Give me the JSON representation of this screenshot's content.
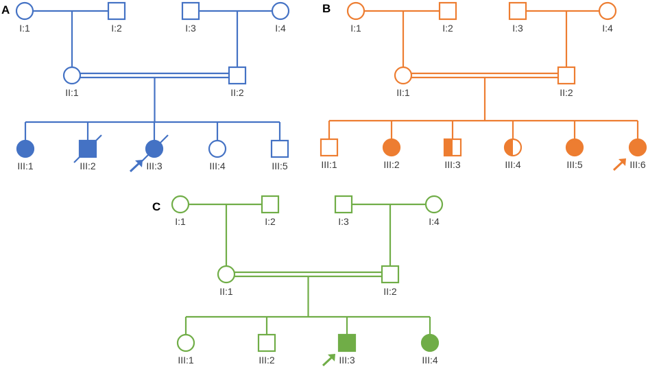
{
  "panels": [
    {
      "label": "A",
      "color": "#4472c4",
      "generation1": [
        {
          "id": "I:1",
          "shape": "circle",
          "status": "unaffected"
        },
        {
          "id": "I:2",
          "shape": "square",
          "status": "unaffected"
        },
        {
          "id": "I:3",
          "shape": "square",
          "status": "unaffected"
        },
        {
          "id": "I:4",
          "shape": "circle",
          "status": "unaffected"
        }
      ],
      "generation2": [
        {
          "id": "II:1",
          "shape": "circle",
          "status": "unaffected"
        },
        {
          "id": "II:2",
          "shape": "square",
          "status": "unaffected"
        }
      ],
      "generation3": [
        {
          "id": "III:1",
          "shape": "circle",
          "status": "affected",
          "deceased": false,
          "proband": false
        },
        {
          "id": "III:2",
          "shape": "square",
          "status": "affected",
          "deceased": true,
          "proband": false
        },
        {
          "id": "III:3",
          "shape": "circle",
          "status": "affected",
          "deceased": true,
          "proband": true
        },
        {
          "id": "III:4",
          "shape": "circle",
          "status": "unaffected",
          "deceased": false,
          "proband": false
        },
        {
          "id": "III:5",
          "shape": "square",
          "status": "unaffected",
          "deceased": false,
          "proband": false
        }
      ]
    },
    {
      "label": "B",
      "color": "#ed7d31",
      "generation1": [
        {
          "id": "I:1",
          "shape": "circle",
          "status": "unaffected"
        },
        {
          "id": "I:2",
          "shape": "square",
          "status": "unaffected"
        },
        {
          "id": "I:3",
          "shape": "square",
          "status": "unaffected"
        },
        {
          "id": "I:4",
          "shape": "circle",
          "status": "unaffected"
        }
      ],
      "generation2": [
        {
          "id": "II:1",
          "shape": "circle",
          "status": "unaffected"
        },
        {
          "id": "II:2",
          "shape": "square",
          "status": "unaffected"
        }
      ],
      "generation3": [
        {
          "id": "III:1",
          "shape": "square",
          "status": "unaffected",
          "deceased": false,
          "proband": false
        },
        {
          "id": "III:2",
          "shape": "circle",
          "status": "affected",
          "deceased": false,
          "proband": false
        },
        {
          "id": "III:3",
          "shape": "square",
          "status": "carrier",
          "deceased": false,
          "proband": false
        },
        {
          "id": "III:4",
          "shape": "circle",
          "status": "carrier",
          "deceased": false,
          "proband": false
        },
        {
          "id": "III:5",
          "shape": "circle",
          "status": "affected",
          "deceased": false,
          "proband": false
        },
        {
          "id": "III:6",
          "shape": "circle",
          "status": "affected",
          "deceased": false,
          "proband": true
        }
      ]
    },
    {
      "label": "C",
      "color": "#70ad47",
      "generation1": [
        {
          "id": "I:1",
          "shape": "circle",
          "status": "unaffected"
        },
        {
          "id": "I:2",
          "shape": "square",
          "status": "unaffected"
        },
        {
          "id": "I:3",
          "shape": "square",
          "status": "unaffected"
        },
        {
          "id": "I:4",
          "shape": "circle",
          "status": "unaffected"
        }
      ],
      "generation2": [
        {
          "id": "II:1",
          "shape": "circle",
          "status": "unaffected"
        },
        {
          "id": "II:2",
          "shape": "square",
          "status": "unaffected"
        }
      ],
      "generation3": [
        {
          "id": "III:1",
          "shape": "circle",
          "status": "unaffected",
          "deceased": false,
          "proband": false
        },
        {
          "id": "III:2",
          "shape": "square",
          "status": "unaffected",
          "deceased": false,
          "proband": false
        },
        {
          "id": "III:3",
          "shape": "square",
          "status": "affected",
          "deceased": false,
          "proband": true
        },
        {
          "id": "III:4",
          "shape": "circle",
          "status": "affected",
          "deceased": false,
          "proband": false
        }
      ]
    }
  ]
}
